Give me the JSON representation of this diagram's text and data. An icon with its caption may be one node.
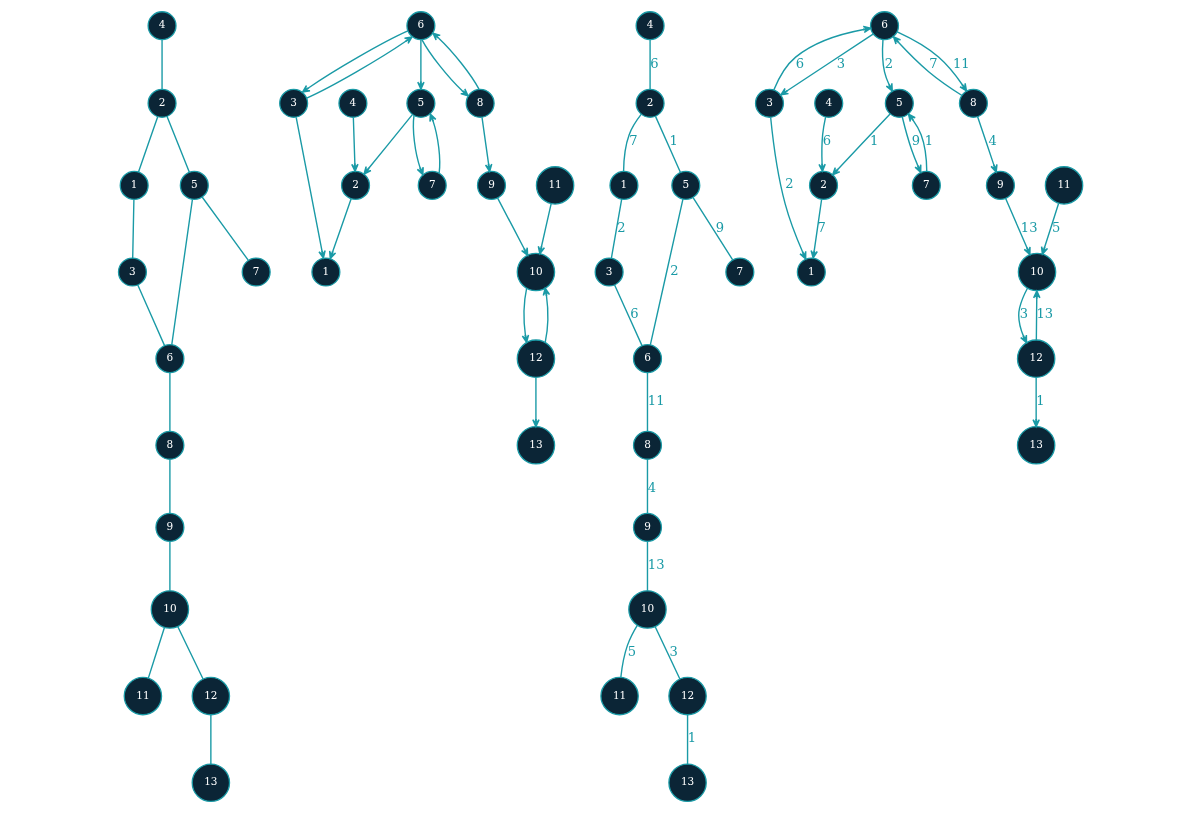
{
  "diagram": {
    "nodes": [
      {
        "text": [
          "1"
        ]
      },
      {
        "text": [
          "2"
        ]
      },
      {
        "text": [
          "3"
        ]
      },
      {
        "text": [
          "4"
        ]
      },
      {
        "text": [
          "5"
        ]
      },
      {
        "text": [
          "6"
        ]
      },
      {
        "text": [
          "7"
        ]
      },
      {
        "text": [
          "8"
        ]
      },
      {
        "text": [
          "9"
        ]
      },
      {
        "text": [
          "10"
        ]
      },
      {
        "text": [
          "11"
        ]
      },
      {
        "text": [
          "12"
        ]
      },
      {
        "text": [
          "13"
        ]
      },
      {
        "text": [
          "1"
        ]
      },
      {
        "text": [
          "2"
        ]
      },
      {
        "text": [
          "3"
        ]
      },
      {
        "text": [
          "4"
        ]
      },
      {
        "text": [
          "5"
        ]
      },
      {
        "text": [
          "6"
        ]
      },
      {
        "text": [
          "7"
        ]
      },
      {
        "text": [
          "8"
        ]
      },
      {
        "text": [
          "9"
        ]
      },
      {
        "text": [
          "10"
        ]
      },
      {
        "text": [
          "11"
        ]
      },
      {
        "text": [
          "12"
        ]
      },
      {
        "text": [
          "13"
        ]
      },
      {
        "text": [
          "1"
        ]
      },
      {
        "text": [
          "2"
        ]
      },
      {
        "text": [
          "3"
        ]
      },
      {
        "text": [
          "4"
        ]
      },
      {
        "text": [
          "5"
        ]
      },
      {
        "text": [
          "6"
        ]
      },
      {
        "text": [
          "7"
        ]
      },
      {
        "text": [
          "8"
        ]
      },
      {
        "text": [
          "9"
        ]
      },
      {
        "text": [
          "10"
        ]
      },
      {
        "text": [
          "11"
        ]
      },
      {
        "text": [
          "12"
        ]
      },
      {
        "text": [
          "13"
        ]
      },
      {
        "text": [
          "1"
        ]
      },
      {
        "text": [
          "2"
        ]
      },
      {
        "text": [
          "3"
        ]
      },
      {
        "text": [
          "4"
        ]
      },
      {
        "text": [
          "5"
        ]
      },
      {
        "text": [
          "6"
        ]
      },
      {
        "text": [
          "7"
        ]
      },
      {
        "text": [
          "8"
        ]
      },
      {
        "text": [
          "9"
        ]
      },
      {
        "text": [
          "10"
        ]
      },
      {
        "text": [
          "11"
        ]
      },
      {
        "text": [
          "12"
        ]
      },
      {
        "text": [
          "13"
        ]
      }
    ],
    "edges": [
      {
        "from": 3,
        "to": 1,
        "arrow": "none"
      },
      {
        "from": 1,
        "to": 0,
        "arrow": "none"
      },
      {
        "from": 0,
        "to": 2,
        "arrow": "none"
      },
      {
        "from": 1,
        "to": 4,
        "arrow": "none"
      },
      {
        "from": 2,
        "to": 5,
        "arrow": "none"
      },
      {
        "from": 4,
        "to": 5,
        "arrow": "none"
      },
      {
        "from": 4,
        "to": 6,
        "arrow": "none"
      },
      {
        "from": 5,
        "to": 7,
        "arrow": "none"
      },
      {
        "from": 7,
        "to": 8,
        "arrow": "none"
      },
      {
        "from": 8,
        "to": 9,
        "arrow": "none"
      },
      {
        "from": 9,
        "to": 11,
        "arrow": "none"
      },
      {
        "from": 11,
        "to": 12,
        "arrow": "none"
      },
      {
        "from": 9,
        "to": 10,
        "arrow": "none"
      },
      {
        "from": 16,
        "to": 14,
        "arrow": "to"
      },
      {
        "from": 14,
        "to": 13,
        "arrow": "to"
      },
      {
        "from": 15,
        "to": 13,
        "arrow": "to"
      },
      {
        "from": 17,
        "to": 14,
        "arrow": "to"
      },
      {
        "from": 15,
        "to": 18,
        "arrow": "to"
      },
      {
        "from": 18,
        "to": 15,
        "arrow": "to"
      },
      {
        "from": 18,
        "to": 17,
        "arrow": "to"
      },
      {
        "from": 17,
        "to": 19,
        "arrow": "to"
      },
      {
        "from": 19,
        "to": 17,
        "arrow": "to"
      },
      {
        "from": 18,
        "to": 20,
        "arrow": "to"
      },
      {
        "from": 20,
        "to": 18,
        "arrow": "to"
      },
      {
        "from": 20,
        "to": 21,
        "arrow": "to"
      },
      {
        "from": 21,
        "to": 22,
        "arrow": "to"
      },
      {
        "from": 22,
        "to": 24,
        "arrow": "to"
      },
      {
        "from": 24,
        "to": 22,
        "arrow": "to"
      },
      {
        "from": 23,
        "to": 22,
        "arrow": "to"
      },
      {
        "from": 24,
        "to": 25,
        "arrow": "to"
      },
      {
        "from": 29,
        "to": 27,
        "arrow": "none",
        "label": "6"
      },
      {
        "from": 27,
        "to": 26,
        "arrow": "none",
        "label": "7"
      },
      {
        "from": 26,
        "to": 28,
        "arrow": "none",
        "label": "2"
      },
      {
        "from": 27,
        "to": 30,
        "arrow": "none",
        "label": "1"
      },
      {
        "from": 28,
        "to": 31,
        "arrow": "none",
        "label": "6"
      },
      {
        "from": 30,
        "to": 31,
        "arrow": "none",
        "label": "2"
      },
      {
        "from": 30,
        "to": 32,
        "arrow": "none",
        "label": "9"
      },
      {
        "from": 31,
        "to": 33,
        "arrow": "none",
        "label": "11"
      },
      {
        "from": 33,
        "to": 34,
        "arrow": "none",
        "label": "4"
      },
      {
        "from": 34,
        "to": 35,
        "arrow": "none",
        "label": "13"
      },
      {
        "from": 35,
        "to": 37,
        "arrow": "none",
        "label": "3"
      },
      {
        "from": 37,
        "to": 38,
        "arrow": "none",
        "label": "1"
      },
      {
        "from": 35,
        "to": 36,
        "arrow": "none",
        "label": "5"
      },
      {
        "from": 42,
        "to": 40,
        "arrow": "to",
        "label": "6"
      },
      {
        "from": 40,
        "to": 39,
        "arrow": "to",
        "label": "7"
      },
      {
        "from": 41,
        "to": 39,
        "arrow": "to",
        "label": "2"
      },
      {
        "from": 43,
        "to": 40,
        "arrow": "to",
        "label": "1"
      },
      {
        "from": 41,
        "to": 44,
        "arrow": "to",
        "label": "6"
      },
      {
        "from": 44,
        "to": 41,
        "arrow": "to",
        "label": "3"
      },
      {
        "from": 44,
        "to": 43,
        "arrow": "to",
        "label": "2"
      },
      {
        "from": 43,
        "to": 45,
        "arrow": "to",
        "label": "9"
      },
      {
        "from": 45,
        "to": 43,
        "arrow": "to",
        "label": "1"
      },
      {
        "from": 44,
        "to": 46,
        "arrow": "to",
        "label": "11"
      },
      {
        "from": 46,
        "to": 44,
        "arrow": "to",
        "label": "7"
      },
      {
        "from": 46,
        "to": 47,
        "arrow": "to",
        "label": "4"
      },
      {
        "from": 47,
        "to": 48,
        "arrow": "to",
        "label": "13"
      },
      {
        "from": 50,
        "to": 48,
        "arrow": "to",
        "label": "13"
      },
      {
        "from": 48,
        "to": 50,
        "arrow": "to",
        "label": "3"
      },
      {
        "from": 49,
        "to": 48,
        "arrow": "to",
        "label": "5"
      },
      {
        "from": 50,
        "to": 51,
        "arrow": "to",
        "label": "1"
      }
    ]
  }
}
